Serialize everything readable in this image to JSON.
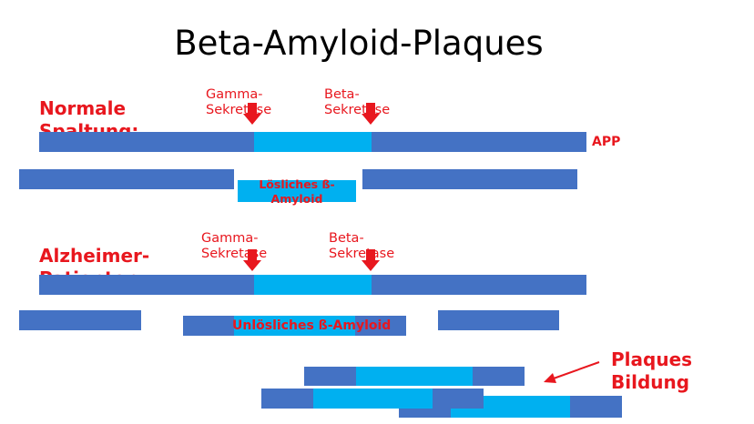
{
  "title": "Beta-Amyloid-Plaques",
  "normal": {
    "heading_line1": "Normale",
    "heading_line2": "Spaltung:",
    "gamma_label": "Gamma-\nSekretase",
    "beta_label": "Beta-\nSekretase",
    "app_label": "APP",
    "fragment_label": "Lösliches ß-\nAmyloid"
  },
  "alzheimer": {
    "heading_line1": "Alzheimer-",
    "heading_line2": "Patienten:",
    "gamma_label": "Gamma-\nSekretase",
    "beta_label": "Beta-\nSekretase",
    "fragment_label": "Unlösliches ß-Amyloid"
  },
  "plaques": {
    "label": "Plaques\nBildung"
  },
  "colors": {
    "dark_bar": "#4472C4",
    "light_bar": "#00B0F0",
    "red": "#E8171E"
  }
}
